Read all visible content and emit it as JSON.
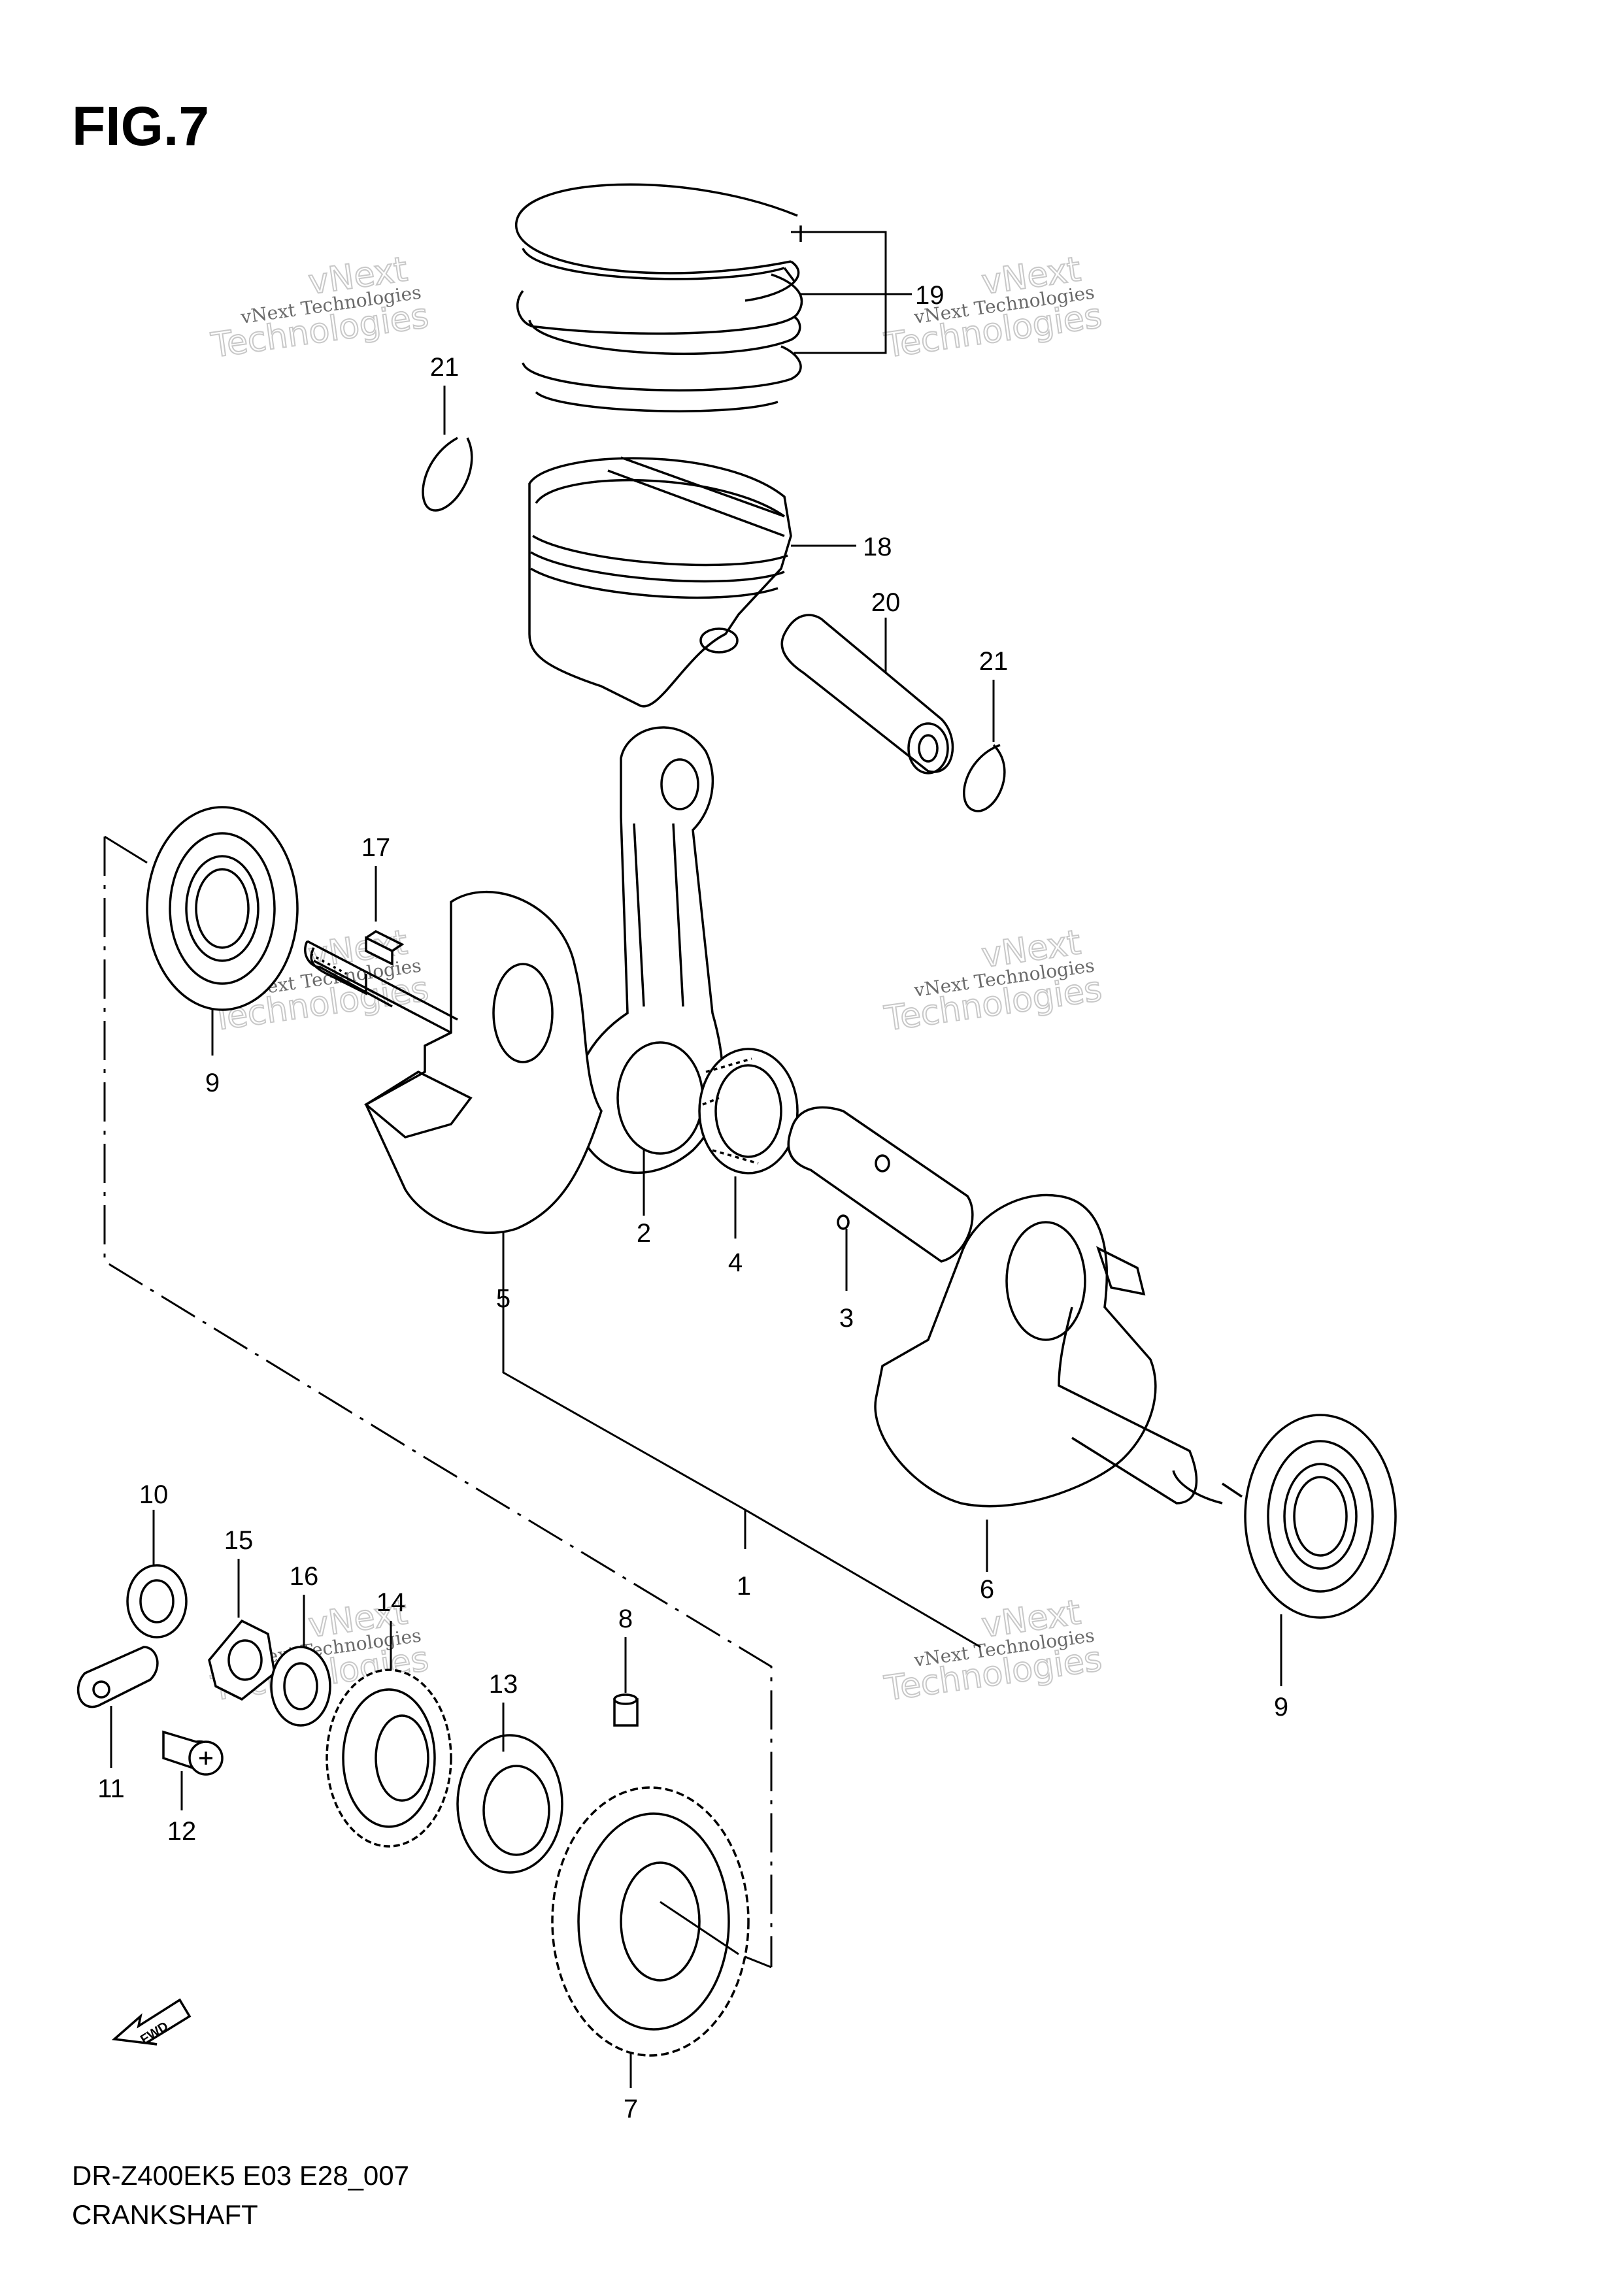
{
  "figure_title": "FIG.7",
  "diagram_code": "DR-Z400EK5 E03 E28_007",
  "diagram_subtitle": "CRANKSHAFT",
  "fwd_label": "FWD",
  "watermark": {
    "line1": "vNext Technologies",
    "line2": "vNext",
    "line3": "Technologies"
  },
  "callouts": [
    {
      "id": "c1",
      "label": "1"
    },
    {
      "id": "c2",
      "label": "2"
    },
    {
      "id": "c3",
      "label": "3"
    },
    {
      "id": "c4",
      "label": "4"
    },
    {
      "id": "c5",
      "label": "5"
    },
    {
      "id": "c6",
      "label": "6"
    },
    {
      "id": "c7",
      "label": "7"
    },
    {
      "id": "c8",
      "label": "8"
    },
    {
      "id": "c9a",
      "label": "9"
    },
    {
      "id": "c9b",
      "label": "9"
    },
    {
      "id": "c10",
      "label": "10"
    },
    {
      "id": "c11",
      "label": "11"
    },
    {
      "id": "c12",
      "label": "12"
    },
    {
      "id": "c13",
      "label": "13"
    },
    {
      "id": "c14",
      "label": "14"
    },
    {
      "id": "c15",
      "label": "15"
    },
    {
      "id": "c16",
      "label": "16"
    },
    {
      "id": "c17",
      "label": "17"
    },
    {
      "id": "c18",
      "label": "18"
    },
    {
      "id": "c19",
      "label": "19"
    },
    {
      "id": "c20",
      "label": "20"
    },
    {
      "id": "c21a",
      "label": "21"
    },
    {
      "id": "c21b",
      "label": "21"
    }
  ]
}
